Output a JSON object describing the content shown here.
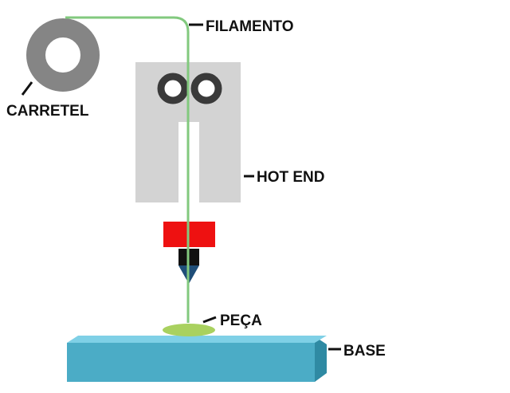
{
  "labels": {
    "spool": "CARRETEL",
    "filament": "FILAMENTO",
    "hot_end": "HOT END",
    "part": "PEÇA",
    "base": "BASE"
  },
  "colors": {
    "spool": "#858585",
    "hot_end_body": "#d3d3d3",
    "rollers": "#3a3a3a",
    "filament": "#82c97e",
    "heater_block": "#ee1111",
    "nozzle_tip": "#1f4e78",
    "part": "#a9d15f",
    "base_front": "#4bacc6",
    "base_top": "#7fd0e6",
    "base_side": "#2f8aa3",
    "leader": "#111111"
  }
}
